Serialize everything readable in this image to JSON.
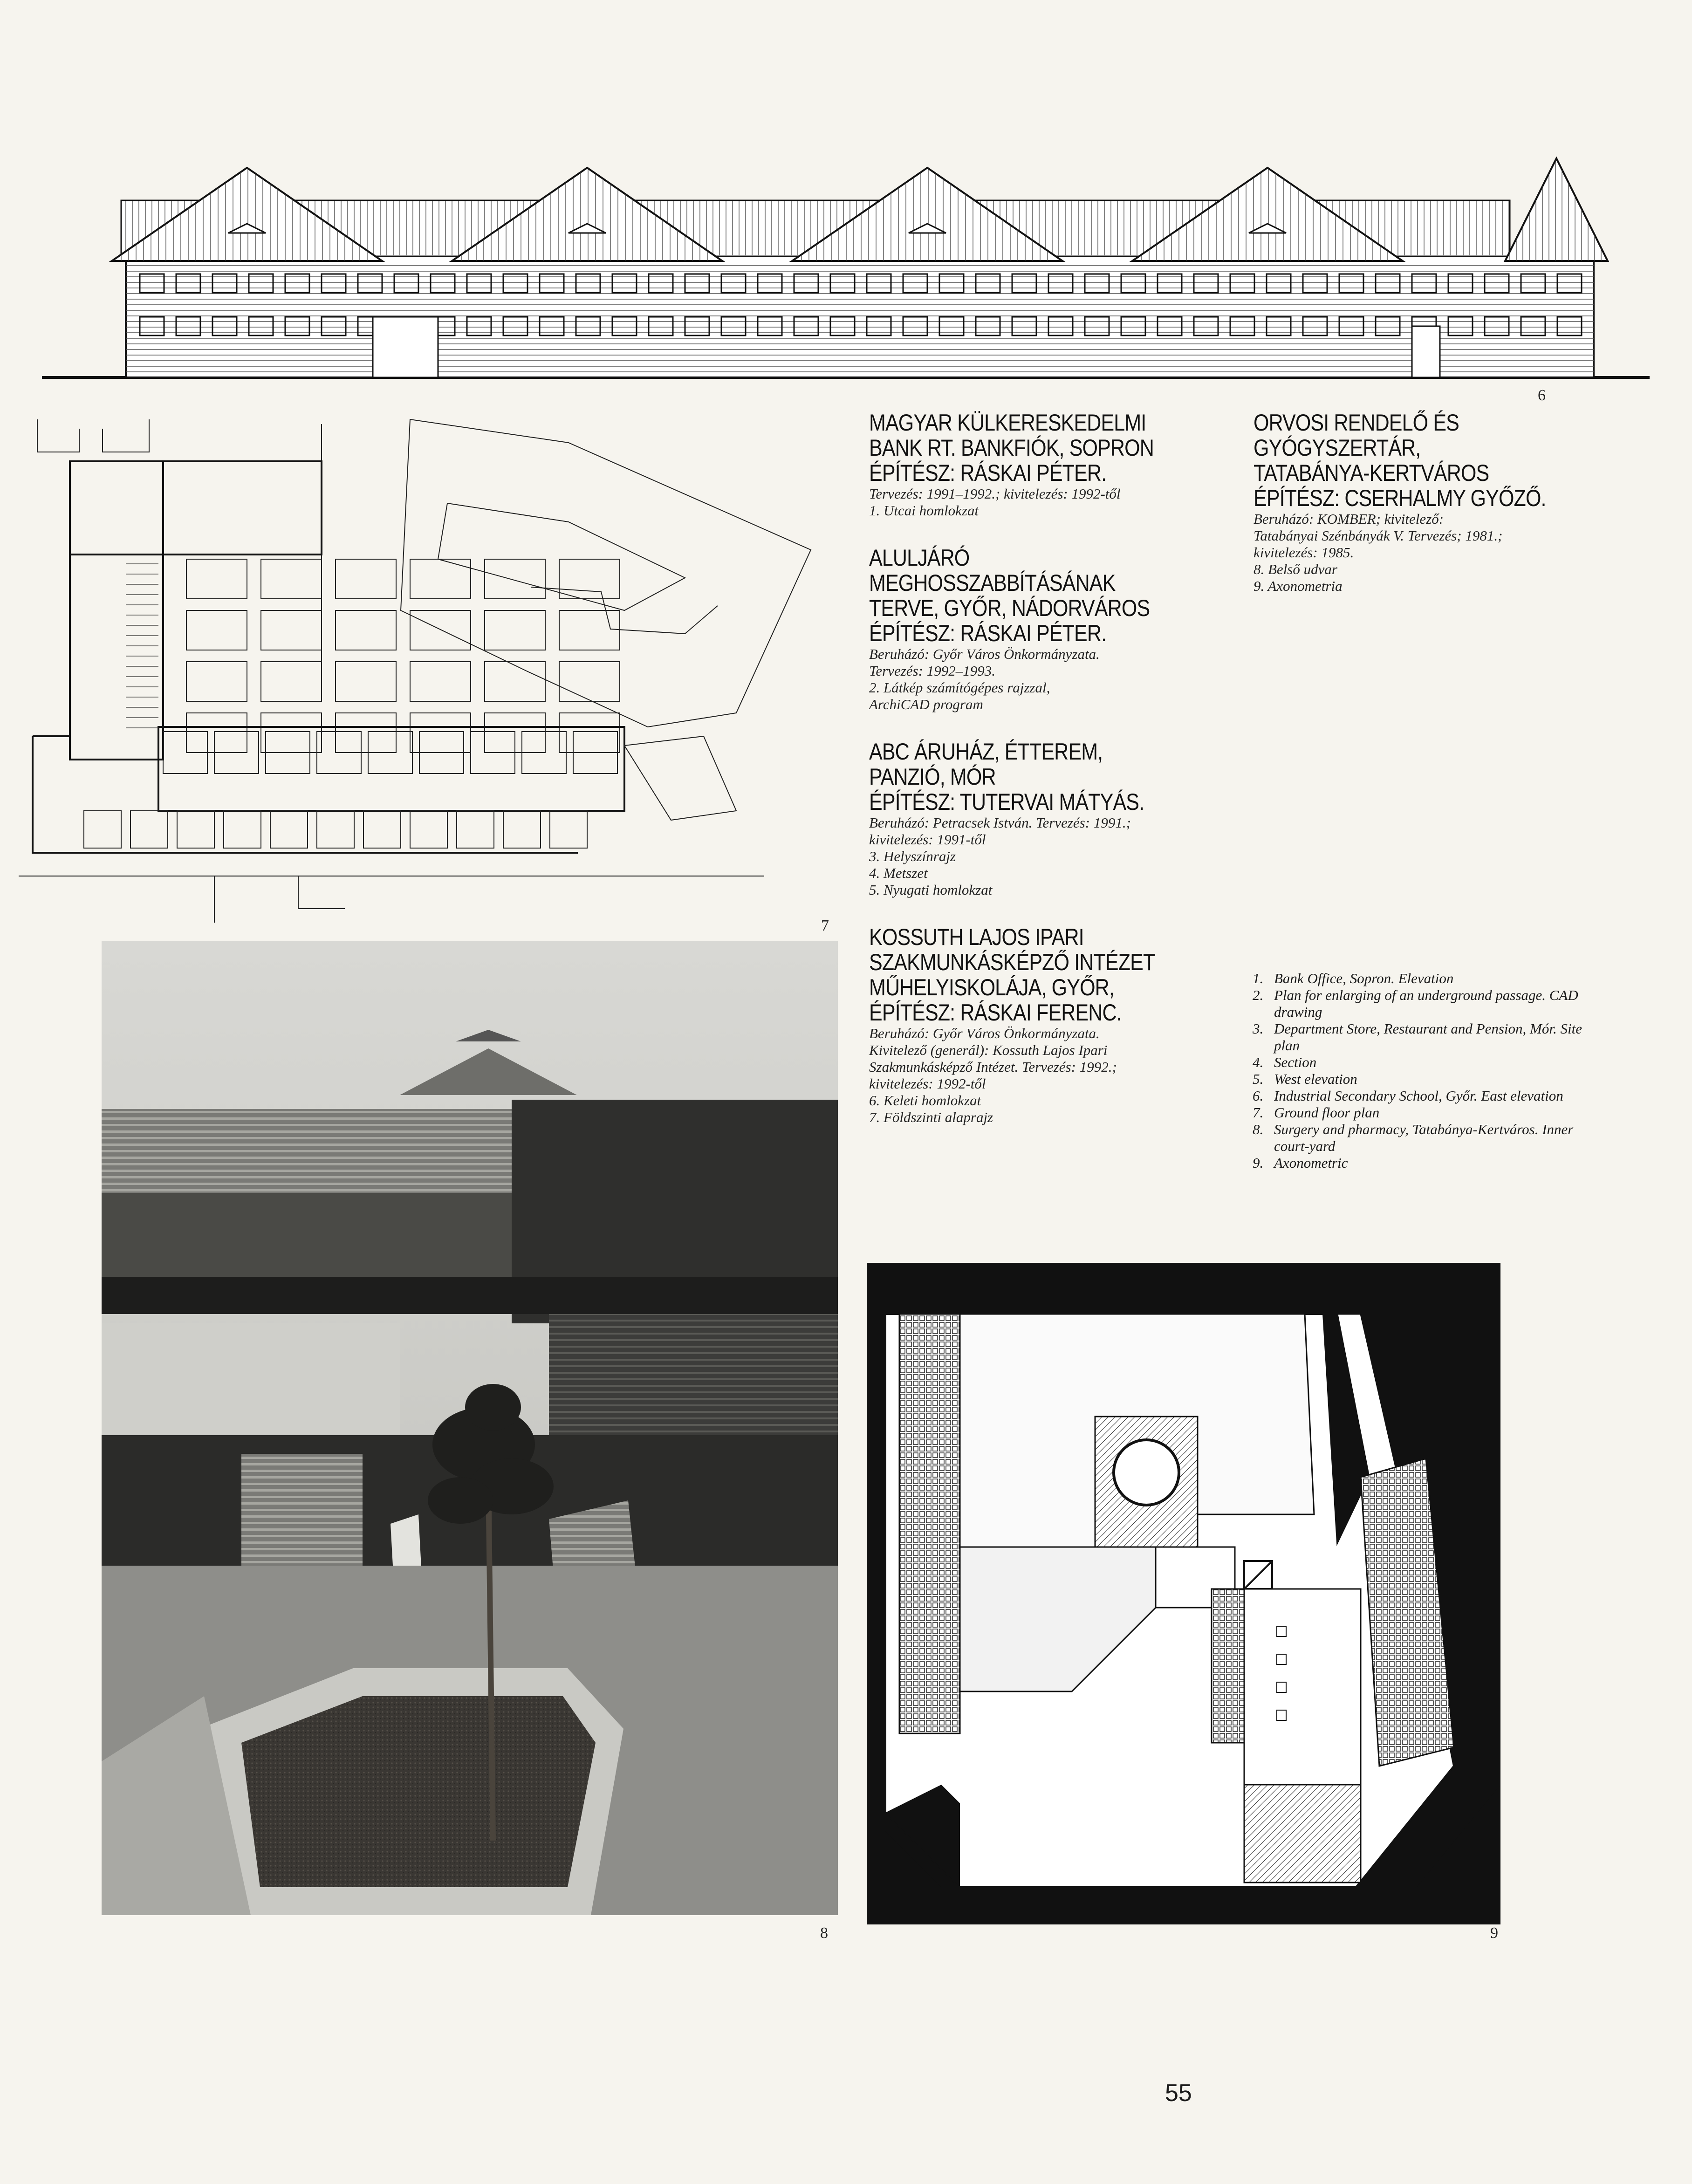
{
  "figures": {
    "elevation_number": "6",
    "plan_number": "7",
    "photo_number": "8",
    "axonometric_number": "9"
  },
  "articles": [
    {
      "title": "MAGYAR KÜLKERESKEDELMI\nBANK RT. BANKFIÓK, SOPRON\nÉPÍTÉSZ: RÁSKAI PÉTER.",
      "lines": [
        "Tervezés: 1991–1992.; kivitelezés: 1992-től",
        "1. Utcai homlokzat"
      ]
    },
    {
      "title": "ALULJÁRÓ\nMEGHOSSZABBÍTÁSÁNAK\nTERVE, GYŐR, NÁDORVÁROS\nÉPÍTÉSZ: RÁSKAI PÉTER.",
      "lines": [
        "Beruházó: Győr Város Önkormányzata.",
        "Tervezés: 1992–1993.",
        "2. Látkép számítógépes rajzzal,",
        "ArchiCAD program"
      ]
    },
    {
      "title": "ABC ÁRUHÁZ, ÉTTEREM,\nPANZIÓ, MÓR\nÉPÍTÉSZ: TUTERVAI MÁTYÁS.",
      "lines": [
        "Beruházó: Petracsek István. Tervezés: 1991.;",
        "kivitelezés: 1991-től",
        "3. Helyszínrajz",
        "4. Metszet",
        "5. Nyugati homlokzat"
      ]
    },
    {
      "title": "KOSSUTH LAJOS IPARI\nSZAKMUNKÁSKÉPZŐ INTÉZET\nMŰHELYISKOLÁJA, GYŐR,\nÉPÍTÉSZ: RÁSKAI FERENC.",
      "lines": [
        "Beruházó: Győr Város Önkormányzata.",
        "Kivitelező (generál): Kossuth Lajos Ipari",
        "Szakmunkásképző Intézet. Tervezés: 1992.;",
        "kivitelezés: 1992-től",
        "6. Keleti homlokzat",
        "7. Földszinti alaprajz"
      ]
    },
    {
      "title": "ORVOSI RENDELŐ ÉS\nGYÓGYSZERTÁR,\nTATABÁNYA-KERTVÁROS\nÉPÍTÉSZ: CSERHALMY GYŐZŐ.",
      "lines": [
        "Beruházó: KOMBER; kivitelező:",
        "Tatabányai Szénbányák V. Tervezés; 1981.;",
        "kivitelezés: 1985.",
        "8. Belső udvar",
        "9. Axonometria"
      ]
    }
  ],
  "english_captions": [
    {
      "n": "1.",
      "text": "Bank Office, Sopron. Elevation"
    },
    {
      "n": "2.",
      "text": "Plan for enlarging of an underground passage. CAD drawing"
    },
    {
      "n": "3.",
      "text": "Department Store, Restaurant and Pension, Mór. Site plan"
    },
    {
      "n": "4.",
      "text": "Section"
    },
    {
      "n": "5.",
      "text": "West elevation"
    },
    {
      "n": "6.",
      "text": "Industrial Secondary School, Győr. East elevation"
    },
    {
      "n": "7.",
      "text": "Ground floor plan"
    },
    {
      "n": "8.",
      "text": "Surgery and pharmacy, Tatabánya-Kertváros. Inner court-yard"
    },
    {
      "n": "9.",
      "text": "Axonometric"
    }
  ],
  "page_number": "55",
  "colors": {
    "paper": "#f6f4ee",
    "ink": "#1a1a1a"
  }
}
